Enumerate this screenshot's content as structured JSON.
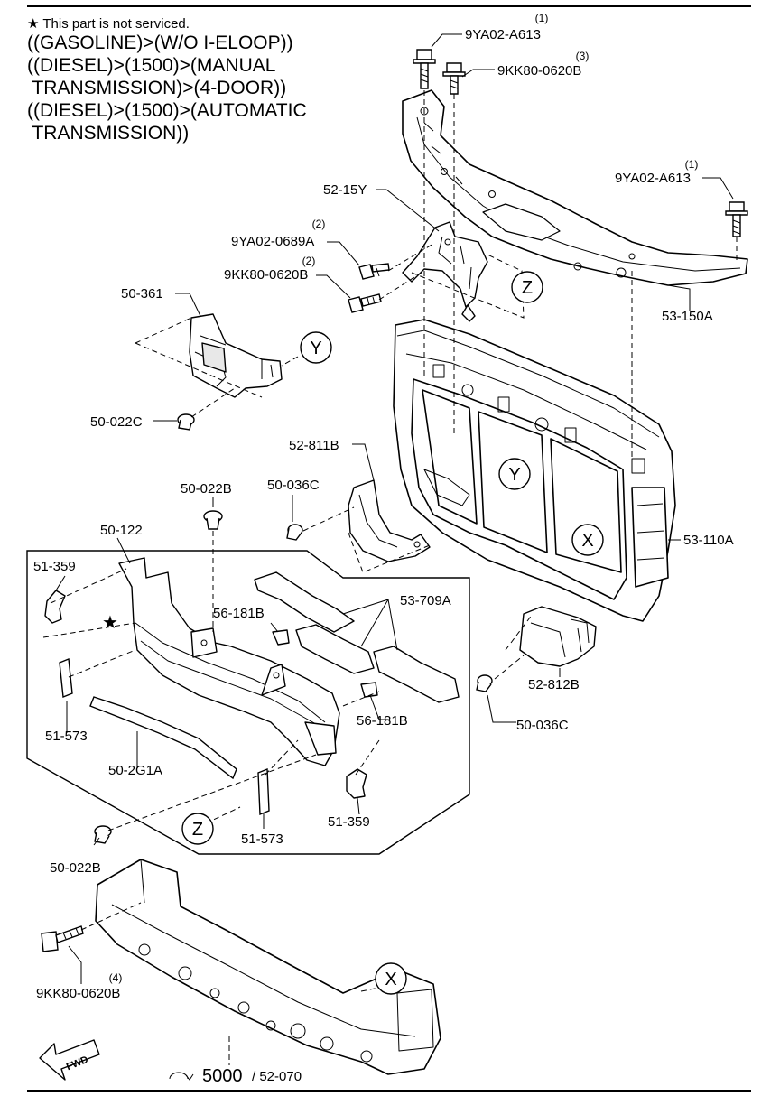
{
  "notes": {
    "star_symbol": "★",
    "star_note": "This part is not serviced.",
    "conditions": [
      "((GASOLINE)>(W/O I-ELOOP))",
      "((DIESEL)>(1500)>(MANUAL",
      " TRANSMISSION)>(4-DOOR))",
      "((DIESEL)>(1500)>(AUTOMATIC",
      " TRANSMISSION))"
    ]
  },
  "parts": {
    "bolt_top_left": "9YA02-A613",
    "bolt_top_left_qty": "(1)",
    "bolt_top_mid": "9KK80-0620B",
    "bolt_top_mid_qty": "(3)",
    "bolt_top_right": "9YA02-A613",
    "bolt_top_right_qty": "(1)",
    "bracket_52_15y": "52-15Y",
    "bolt_0689a": "9YA02-0689A",
    "bolt_0689a_qty": "(2)",
    "bolt_0620b_mid": "9KK80-0620B",
    "bolt_0620b_mid_qty": "(2)",
    "upper_member": "53-150A",
    "deflector_left": "50-361",
    "clip_left": "50-022C",
    "radiator_support": "53-110A",
    "deflector_52_811b": "52-811B",
    "clip_50_036c_a": "50-036C",
    "clip_50_022b_a": "50-022B",
    "bumper_frame": "50-122",
    "bracket_51_359_a": "51-359",
    "absorber": "53-709A",
    "bracket_56_181b_a": "56-181B",
    "bracket_56_181b_b": "56-181B",
    "spacer_51_573_a": "51-573",
    "strip_50_2g1a": "50-2G1A",
    "spacer_51_573_b": "51-573",
    "bracket_51_359_b": "51-359",
    "deflector_52_812b": "52-812B",
    "clip_50_036c_b": "50-036C",
    "clip_50_022b_b": "50-022B",
    "bolt_bottom": "9KK80-0620B",
    "bolt_bottom_qty": "(4)",
    "callout_x": "X",
    "callout_y": "Y",
    "callout_z": "Z"
  },
  "footer": {
    "fwd": "FWD",
    "page_main": "5000",
    "page_sub": "/ 52-070"
  }
}
